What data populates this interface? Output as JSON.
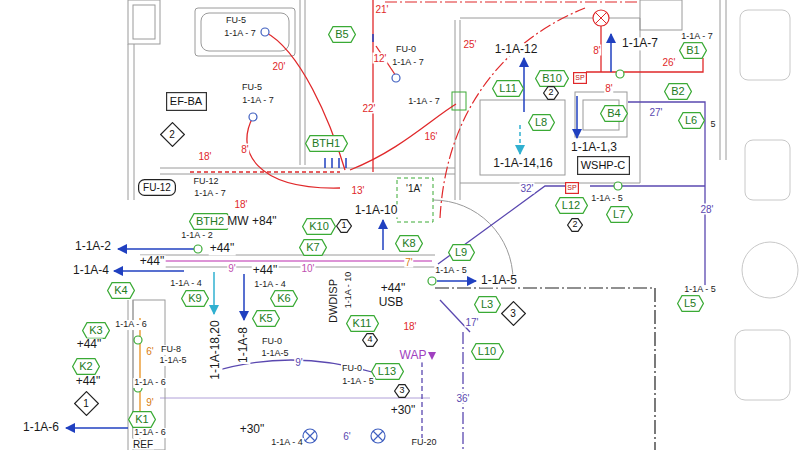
{
  "diagram": {
    "nodes": [
      {
        "text": [
          "B5"
        ]
      },
      {
        "text": [
          "B1"
        ]
      },
      {
        "text": [
          "B10"
        ]
      },
      {
        "text": [
          "SP"
        ]
      },
      {
        "text": [
          "2"
        ]
      },
      {
        "text": [
          "L11"
        ]
      },
      {
        "text": [
          "B2"
        ]
      },
      {
        "text": [
          "EF-BA"
        ]
      },
      {
        "text": [
          "B4"
        ]
      },
      {
        "text": [
          "L6"
        ]
      },
      {
        "text": [
          "L8"
        ]
      },
      {
        "text": [
          "2"
        ]
      },
      {
        "text": [
          "BTH1"
        ]
      },
      {
        "text": [
          "WSHP-C"
        ]
      },
      {
        "text": [
          "FU-12"
        ]
      },
      {
        "text": [
          "SP"
        ]
      },
      {
        "text": [
          "L12"
        ]
      },
      {
        "text": [
          "L7"
        ]
      },
      {
        "text": [
          "BTH2"
        ]
      },
      {
        "text": [
          "K10"
        ]
      },
      {
        "text": [
          "1"
        ]
      },
      {
        "text": [
          "2"
        ]
      },
      {
        "text": [
          "K8"
        ]
      },
      {
        "text": [
          "K7"
        ]
      },
      {
        "text": [
          "L9"
        ]
      },
      {
        "text": [
          "K4"
        ]
      },
      {
        "text": [
          "K9"
        ]
      },
      {
        "text": [
          "K6"
        ]
      },
      {
        "text": [
          "L3"
        ]
      },
      {
        "text": [
          "L5"
        ]
      },
      {
        "text": [
          "3"
        ]
      },
      {
        "text": [
          "K5"
        ]
      },
      {
        "text": [
          "K11"
        ]
      },
      {
        "text": [
          "K3"
        ]
      },
      {
        "text": [
          "4"
        ]
      },
      {
        "text": [
          "L10"
        ]
      },
      {
        "text": [
          "K2"
        ]
      },
      {
        "text": [
          "L13"
        ]
      },
      {
        "text": [
          "3"
        ]
      },
      {
        "text": [
          "1"
        ]
      },
      {
        "text": [
          "K1"
        ]
      }
    ],
    "labels": [
      "21'",
      "FU-5",
      "1-1A - 7",
      "FU-0",
      "1-1A - 7",
      "12'",
      "20'",
      "1-1A-12",
      "25'",
      "8'",
      "1-1A-7",
      "1-1A - 7",
      "26'",
      "8'",
      "FU-5",
      "1-1A - 7",
      "1-1A - 7",
      "22'",
      "5",
      "27'",
      "16'",
      "8'",
      "1-1A-1,3",
      "18'",
      "1-1A-14,16",
      "FU-12",
      "13'",
      "'1A'",
      "32'",
      "1-1A - 7",
      "1-1A - 5",
      "18'",
      "28'",
      "1-1A-10",
      "MW +84\"",
      "1-1A - 2",
      "1-1A-2",
      "+44\"",
      "+44\"",
      "9'",
      "+44\"",
      "10'",
      "7'",
      "1-1A-4",
      "1-1A - 5",
      "1-1A-5",
      "1-1A - 4",
      "1-1A - 4",
      "1-1A - 10",
      "DWDISP",
      "+44\"",
      "USB",
      "1-1A - 6",
      "18'",
      "17'",
      "FU-8",
      "1-1A-5",
      "6'",
      "+44\"",
      "1-1A-18,20",
      "1-1A-8",
      "FU-0",
      "1-1A-5",
      "9'",
      "WAP",
      "FU-0",
      "1-1A - 5",
      "+44\"",
      "1-1A - 6",
      "36'",
      "9'",
      "+30\"",
      "1-1A-6",
      "+30\"",
      "1-1A - 6",
      "6'",
      "1-1A - 4",
      "FU-20",
      "REF",
      "1-1A - 5"
    ]
  }
}
